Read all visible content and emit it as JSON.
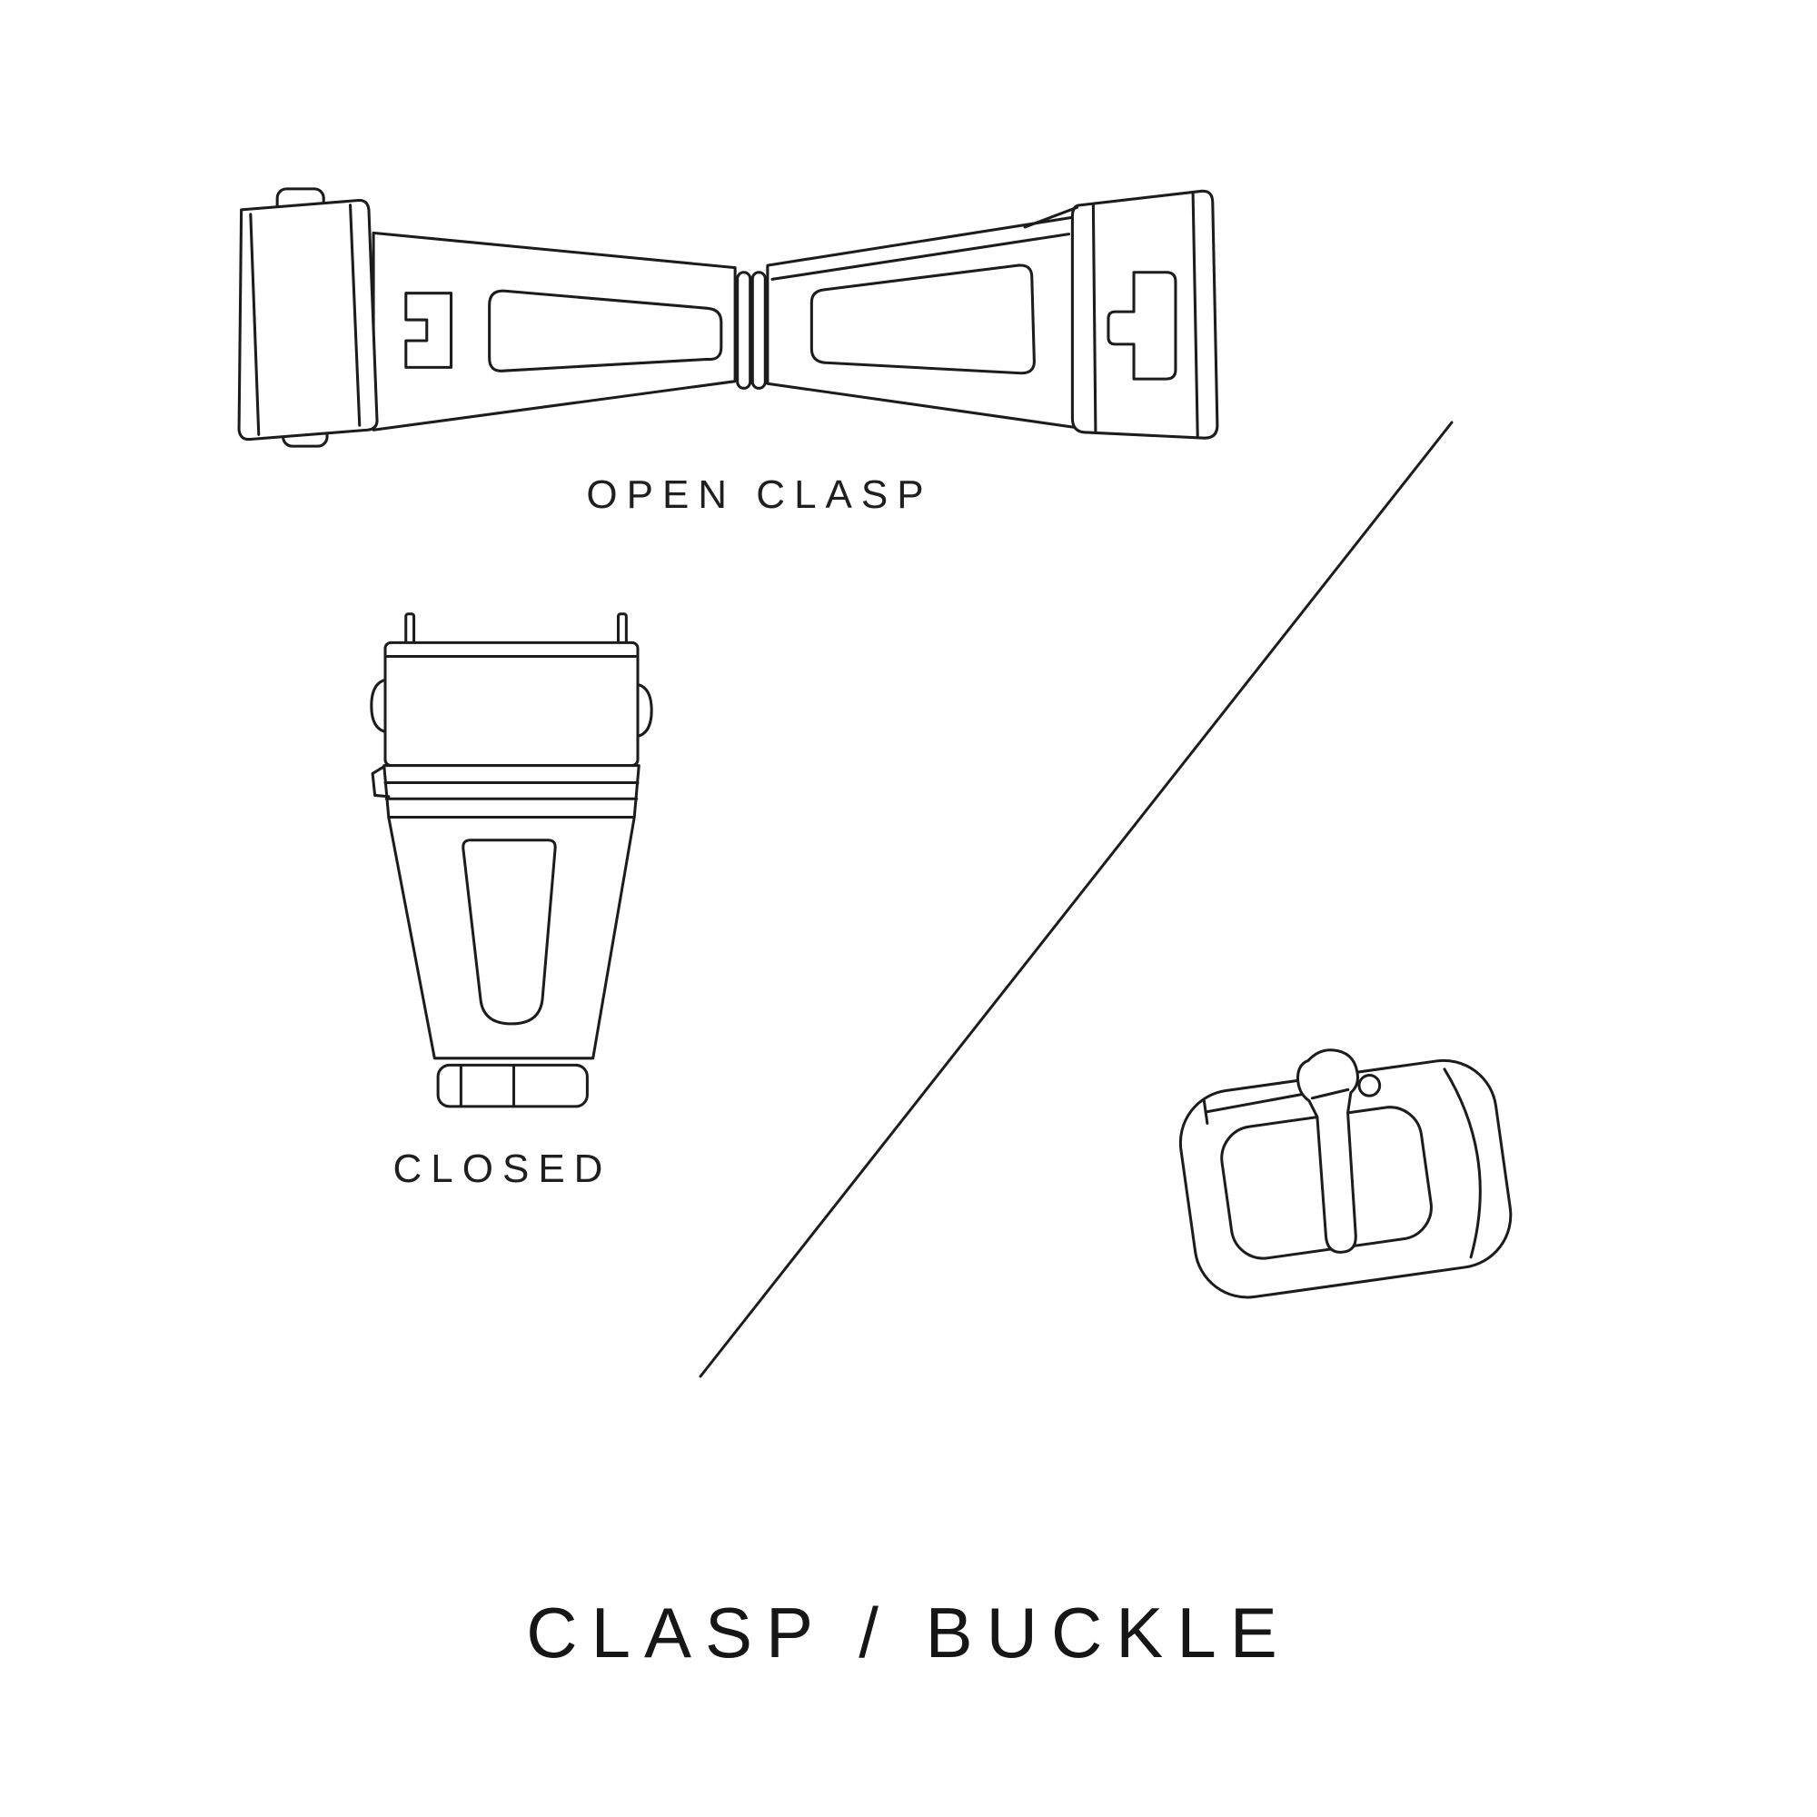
{
  "page": {
    "background": "#ffffff",
    "ink": "#1c1c1c"
  },
  "labels": {
    "open_clasp": "OPEN CLASP",
    "closed": "CLOSED",
    "title": "CLASP / BUCKLE"
  },
  "figures": {
    "open_clasp": "open-clasp-illustration",
    "closed_clasp": "closed-clasp-illustration",
    "buckle": "buckle-illustration",
    "divider": "diagonal-divider-line"
  }
}
